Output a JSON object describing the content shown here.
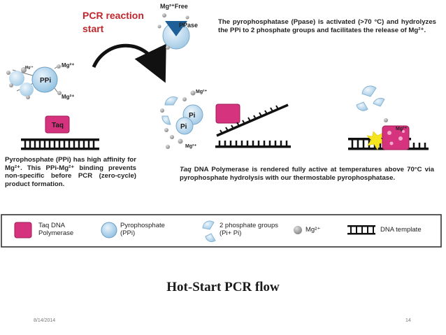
{
  "slide": {
    "caption": "Hot-Start PCR flow",
    "date": "8/14/2014",
    "page_number": "14"
  },
  "header": {
    "pcr_start_label_line1": "PCR reaction",
    "pcr_start_label_line2": "start",
    "mg_free_label": "Mg²⁺Free",
    "ppase_label": "PPase",
    "ppase_description": "The pyrophosphatase (Ppase) is activated (>70 °C) and hydrolyzes the PPi to 2 phosphate groups and facilitates the release of Mg²⁺."
  },
  "left_panel": {
    "ppi_label": "PPi",
    "mg_label_top": "Mg²⁺",
    "mg_label_small": "Mg²⁺",
    "mg_label_bottom": "Mg²⁺",
    "taq_label": "Taq",
    "description": "Pyrophosphate (PPi) has high affinity for Mg²⁺. This PPi-Mg²⁺ binding prevents non-specific before PCR (zero-cycle) product formation."
  },
  "middle_panel": {
    "pi_label_1": "Pi",
    "pi_label_2": "Pi",
    "mg_label_top": "Mg²⁺",
    "mg_label_bottom": "Mg²⁺",
    "description_lead": "Taq",
    "description": " DNA Polymerase is rendered fully active at temperatures above 70°C via pyrophosphate hydrolysis with our thermostable pyrophosphatase."
  },
  "right_panel": {
    "mg_label": "Mg²⁺"
  },
  "legend": {
    "items": [
      {
        "icon": "taq-polymerase-icon",
        "label": "Taq DNA Polymerase"
      },
      {
        "icon": "pyrophosphate-icon",
        "label": "Pyrophosphate (PPi)"
      },
      {
        "icon": "phosphate-groups-icon",
        "label": "2 phosphate groups (Pi+ Pi)"
      },
      {
        "icon": "magnesium-ion-icon",
        "label": "Mg²⁺"
      },
      {
        "icon": "dna-template-icon",
        "label": "DNA template"
      }
    ]
  },
  "colors": {
    "taq": "#d6337e",
    "ppi": "#a9cfe8",
    "accent_red": "#c0262c",
    "mg": "#a6a6a6",
    "spark": "#f5e51e",
    "ppase": "#1d5f96"
  }
}
